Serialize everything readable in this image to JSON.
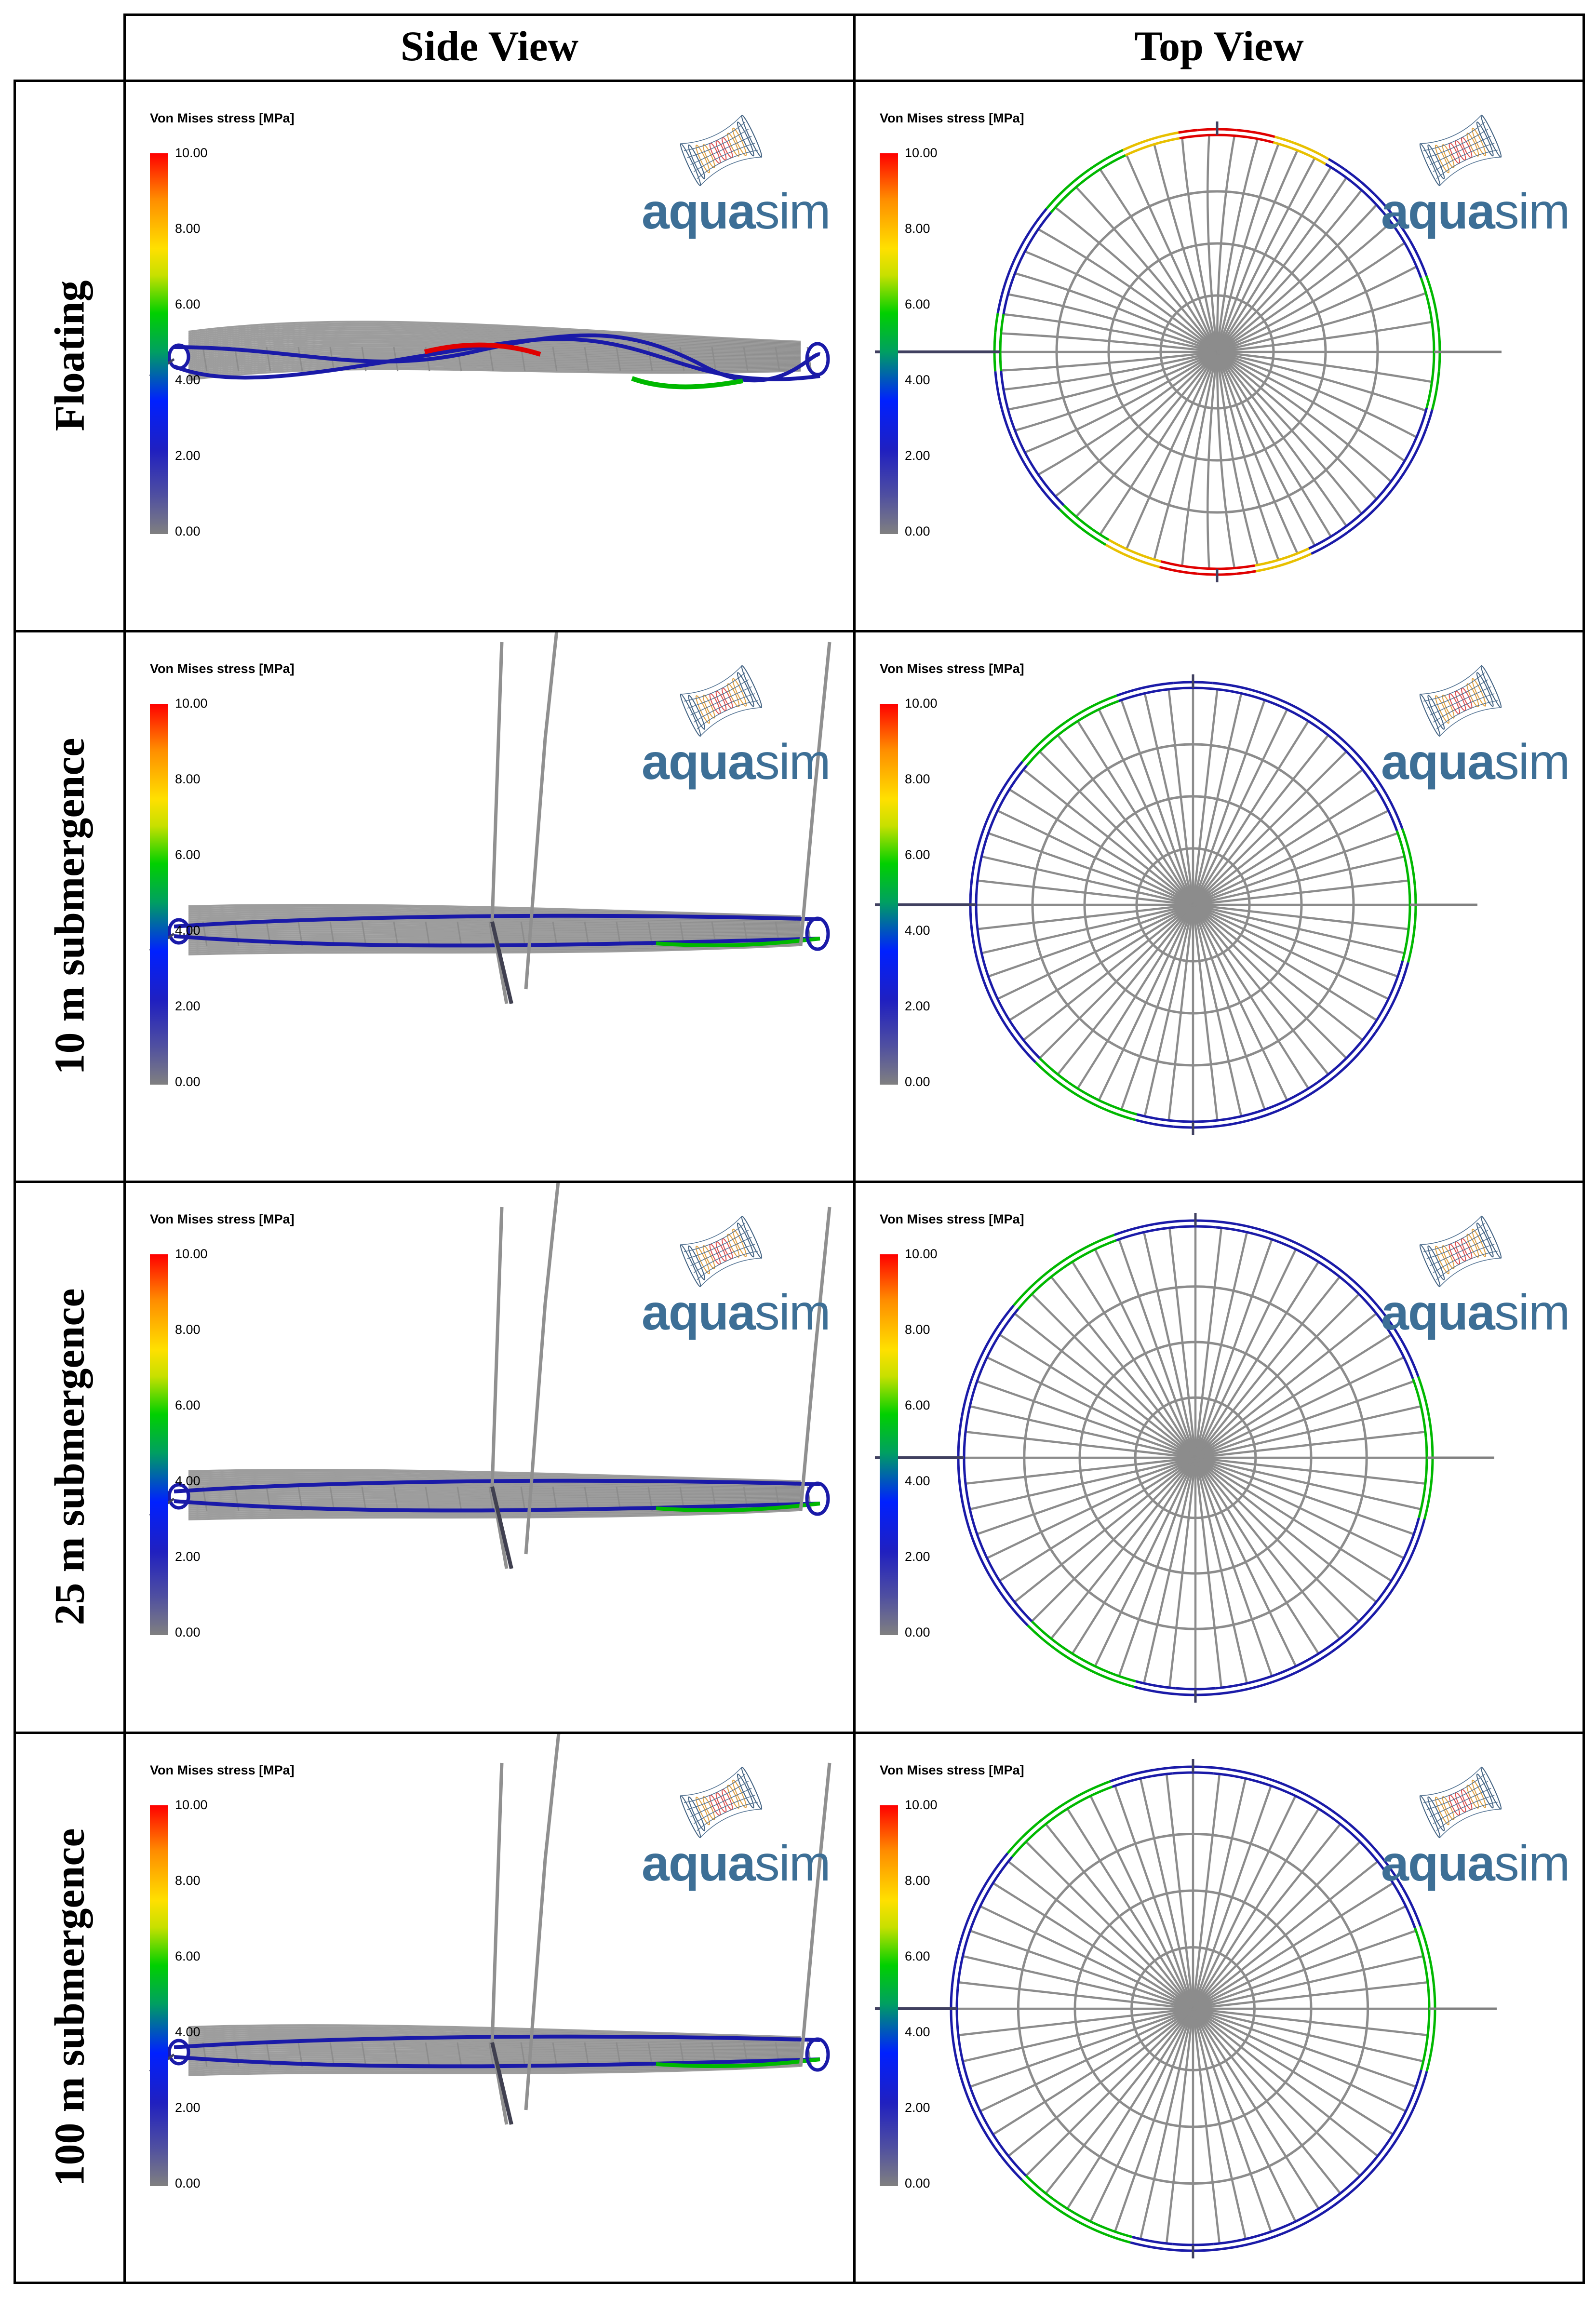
{
  "headers": {
    "side": "Side View",
    "top": "Top View"
  },
  "rows": [
    {
      "label": "Floating"
    },
    {
      "label": "10 m submergence"
    },
    {
      "label": "25 m submergence"
    },
    {
      "label": "100 m submergence"
    }
  ],
  "colorbar": {
    "title": "Von Mises stress [MPa]",
    "ticks": [
      "10.00",
      "8.00",
      "6.00",
      "4.00",
      "2.00",
      "0.00"
    ],
    "min": 0,
    "max": 10
  },
  "logo": {
    "bold": "aqua",
    "regular": "sim"
  },
  "colors": {
    "mesh": "#8c8c8c",
    "ring_low": "#1a1aa8",
    "ring_mid": "#00b800",
    "ring_high": "#e00000",
    "logo": "#3d6f96"
  }
}
